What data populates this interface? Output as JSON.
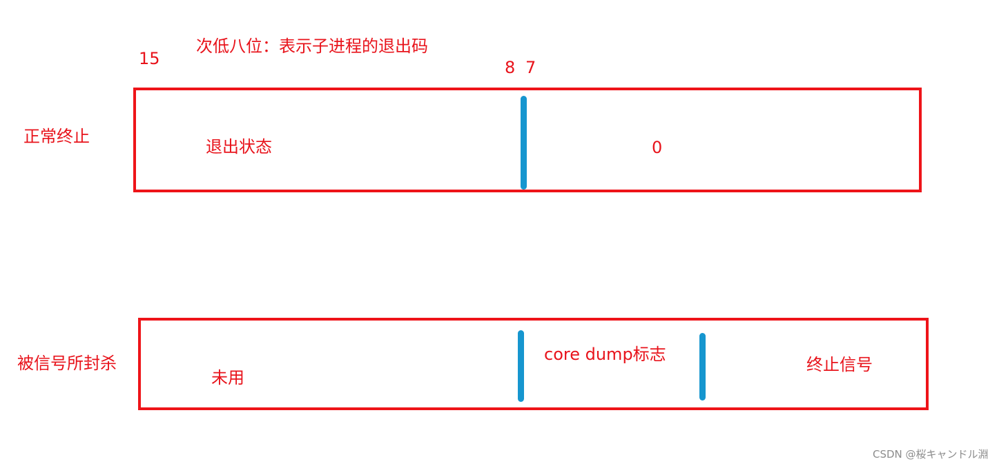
{
  "colors": {
    "label": "#e8131b",
    "box_border": "#ee1419",
    "divider": "#1696cf",
    "watermark": "#8c8c8c"
  },
  "bit_labels": {
    "bit15": "15",
    "bit8": "8",
    "bit7": "7"
  },
  "annotation": "次低八位：表示子进程的退出码",
  "normal_exit": {
    "row_label": "正常终止",
    "high_field": "退出状态",
    "low_field": "0"
  },
  "signal_kill": {
    "row_label": "被信号所封杀",
    "unused_field": "未用",
    "core_dump_field": "core dump标志",
    "signal_field": "终止信号"
  },
  "watermark": "CSDN @桜キャンドル淵"
}
